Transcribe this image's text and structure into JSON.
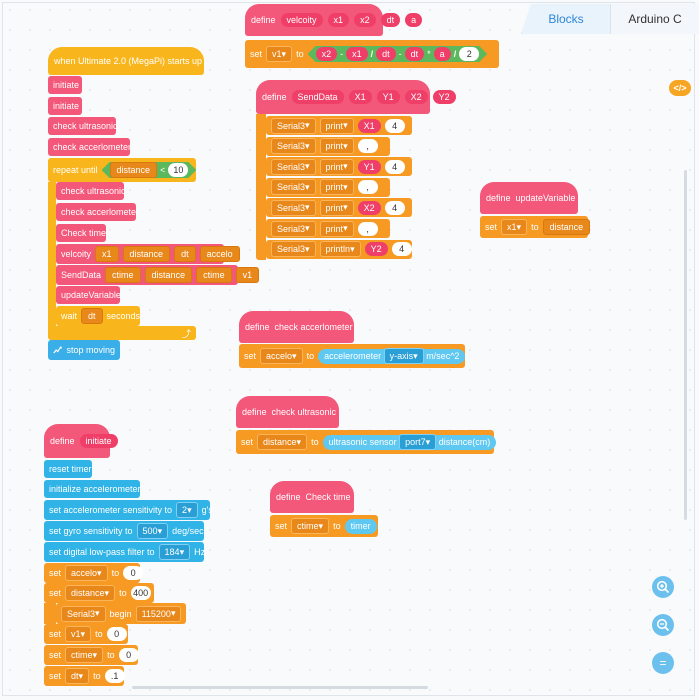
{
  "tabs": {
    "blocks": "Blocks",
    "arduino": "Arduino C"
  },
  "code_toggle": "</>",
  "velocity_def": {
    "define": "define",
    "name": "velcoity",
    "params": [
      "x1",
      "x2",
      "dt",
      "a"
    ],
    "set": "set",
    "var": "v1",
    "to": "to",
    "expr": [
      "x2",
      "-",
      "x1",
      "/",
      "dt",
      "-",
      "dt",
      "*",
      "a",
      "/",
      "2"
    ]
  },
  "senddata_def": {
    "define": "define",
    "name": "SendData",
    "params": [
      "X1",
      "Y1",
      "X2",
      "Y2"
    ],
    "rows": [
      {
        "port": "Serial3",
        "cmd": "print",
        "arg": "X1",
        "num": "4"
      },
      {
        "port": "Serial3",
        "cmd": "print",
        "arg": ","
      },
      {
        "port": "Serial3",
        "cmd": "print",
        "arg": "Y1",
        "num": "4"
      },
      {
        "port": "Serial3",
        "cmd": "print",
        "arg": ","
      },
      {
        "port": "Serial3",
        "cmd": "print",
        "arg": "X2",
        "num": "4"
      },
      {
        "port": "Serial3",
        "cmd": "print",
        "arg": ","
      },
      {
        "port": "Serial3",
        "cmd": "println",
        "arg": "Y2",
        "num": "4"
      }
    ]
  },
  "update_def": {
    "define": "define",
    "name": "updateVariable",
    "set": "set",
    "var": "x1",
    "to": "to",
    "value": "distance"
  },
  "main": {
    "hat": "when Ultimate 2.0  (MegaPi)  starts up",
    "init1": "initiate",
    "init2": "initiate",
    "check_ultra": "check ultrasonic",
    "check_accel": "check accerlometer",
    "repeat": "repeat until",
    "repeat_var": "distance",
    "repeat_op": "<",
    "repeat_num": "10",
    "inner": {
      "check_ultra": "check ultrasonic",
      "check_accel": "check accerlometer",
      "check_time": "Check time",
      "velocity": "velcoity",
      "vel_args": [
        "x1",
        "distance",
        "dt",
        "accelo"
      ],
      "senddata": "SendData",
      "send_args": [
        "ctime",
        "distance",
        "ctime",
        "v1"
      ],
      "update": "updateVariable",
      "wait": "wait",
      "wait_arg": "dt",
      "seconds": "seconds"
    },
    "loop_arrow": "⤴",
    "stop": "stop moving"
  },
  "accel_def": {
    "define": "define",
    "name": "check accerlometer",
    "set": "set",
    "var": "accelo",
    "to": "to",
    "sensor": "accelerometer",
    "axis": "y-axis",
    "unit": "m/sec^2"
  },
  "ultra_def": {
    "define": "define",
    "name": "check ultrasonic",
    "set": "set",
    "var": "distance",
    "to": "to",
    "sensor": "ultrasonic sensor",
    "port": "port7",
    "unit": "distance(cm)"
  },
  "time_def": {
    "define": "define",
    "name": "Check time",
    "set": "set",
    "var": "ctime",
    "to": "to",
    "value": "timer"
  },
  "initiate_def": {
    "define": "define",
    "name": "initiate",
    "reset": "reset timer",
    "init_accel": "initialize accelerometer",
    "accel_sens": "set accelerometer sensitivity to",
    "accel_sens_val": "2",
    "accel_unit": "g's",
    "gyro_sens": "set gyro sensitivity to",
    "gyro_val": "500",
    "gyro_unit": "deg/sec",
    "lpf": "set digital low-pass filter to",
    "lpf_val": "184",
    "lpf_unit": "Hz",
    "sets": [
      {
        "set": "set",
        "var": "accelo",
        "to": "to",
        "val": "0"
      },
      {
        "set": "set",
        "var": "distance",
        "to": "to",
        "val": "400"
      }
    ],
    "serial": {
      "port": "Serial3",
      "begin": "begin",
      "baud": "115200"
    },
    "sets2": [
      {
        "set": "set",
        "var": "v1",
        "to": "to",
        "val": "0"
      },
      {
        "set": "set",
        "var": "ctime",
        "to": "to",
        "val": "0"
      },
      {
        "set": "set",
        "var": "dt",
        "to": "to",
        "val": ".1"
      }
    ]
  },
  "zoom": {
    "in": "+",
    "out": "−",
    "reset": "="
  }
}
